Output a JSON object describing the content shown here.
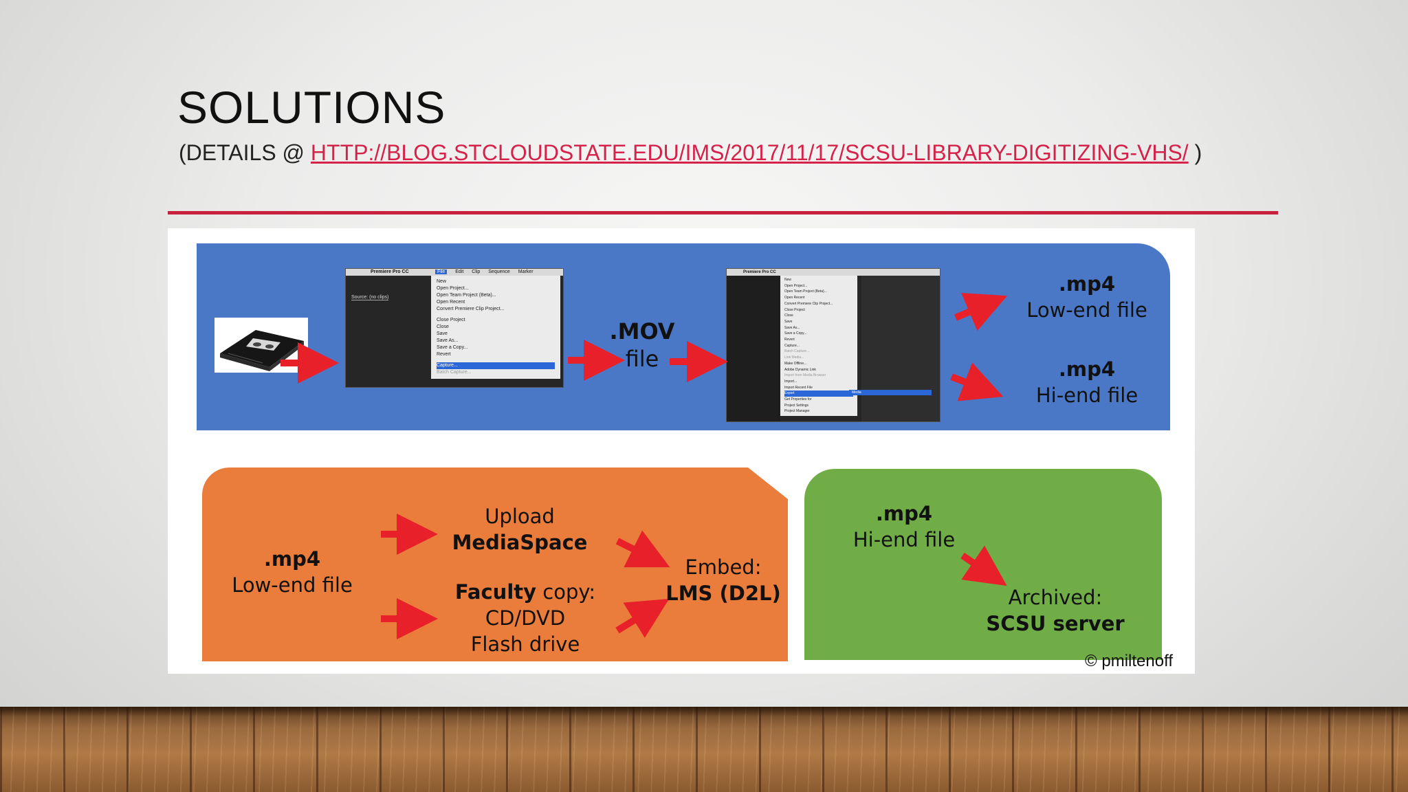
{
  "slide": {
    "title": "SOLUTIONS",
    "subtitle_prefix": "(DETAILS @ ",
    "subtitle_link": "HTTP://BLOG.STCLOUDSTATE.EDU/IMS/2017/11/17/SCSU-LIBRARY-DIGITIZING-VHS/",
    "subtitle_suffix": " )",
    "accent_color": "#c8213f"
  },
  "diagram": {
    "mov_title": ".MOV",
    "mov_sub": "file",
    "low_title": ".mp4",
    "low_sub": "Low-end file",
    "hi_title": ".mp4",
    "hi_sub": "Hi-end file",
    "orange_mp4_title": ".mp4",
    "orange_mp4_sub": "Low-end file",
    "upload_line1": "Upload",
    "upload_line2": "MediaSpace",
    "faculty_bold": "Faculty",
    "faculty_rest": " copy:",
    "faculty_line2": "CD/DVD",
    "faculty_line3": "Flash drive",
    "embed_line1": "Embed:",
    "embed_line2": "LMS (D2L)",
    "green_title": ".mp4",
    "green_sub": "Hi-end file",
    "archived_line1": "Archived:",
    "archived_line2": "SCSU server",
    "copyright": "© pmiltenoff",
    "colors": {
      "blue": "#4a78c6",
      "orange": "#ea7c3c",
      "green": "#71ad47",
      "arrow": "#e8202a"
    }
  },
  "screenshot1": {
    "app": "Premiere Pro CC",
    "menubar": [
      "File",
      "Edit",
      "Clip",
      "Sequence",
      "Marker"
    ],
    "panel": "Source: (no clips)",
    "menu_items": [
      "New",
      "Open Project...",
      "Open Team Project (Beta)...",
      "Open Recent",
      "Convert Premiere Clip Project...",
      "Close Project",
      "Close",
      "Save",
      "Save As...",
      "Save a Copy...",
      "Revert",
      "Capture...",
      "Batch Capture..."
    ],
    "selected": "Capture..."
  },
  "screenshot2": {
    "app": "Premiere Pro CC",
    "menu_items": [
      "New",
      "Open Project...",
      "Open Team Project (Beta)...",
      "Open Recent",
      "Convert Premiere Clip Project...",
      "Close Project",
      "Close",
      "Save",
      "Save As...",
      "Save a Copy...",
      "Revert",
      "Capture...",
      "Batch Capture...",
      "Link Media...",
      "Make Offline...",
      "Adobe Dynamic Link",
      "Import from Media Browser",
      "Import...",
      "Import Recent File",
      "Export",
      "Get Properties for",
      "Project Settings",
      "Project Manager"
    ],
    "submenu_selected": "Media"
  }
}
